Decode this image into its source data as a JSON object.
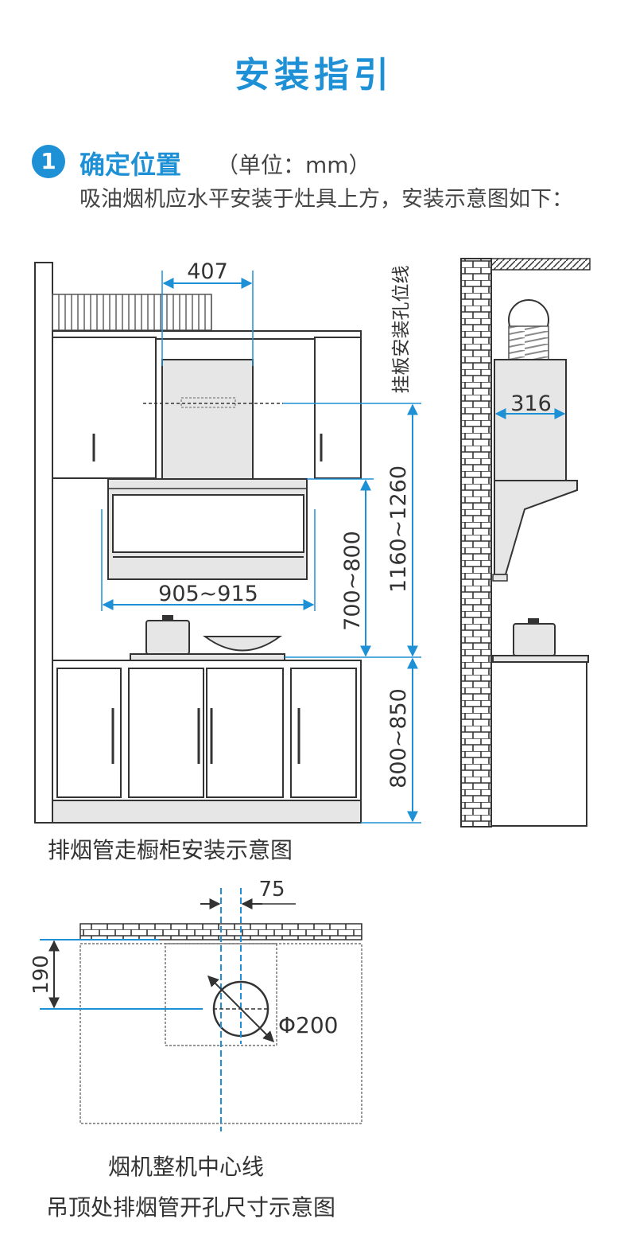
{
  "page_title": "安装指引",
  "step": {
    "number": "1",
    "title": "确定位置",
    "unit": "（单位：mm）",
    "description": "吸油烟机应水平安装于灶具上方，安装示意图如下："
  },
  "diagram1": {
    "width_top": "407",
    "hanger_line_label": "挂板安装孔位线",
    "width_bottom": "905~915",
    "height_hood_to_stove": "700~800",
    "height_hanger_to_stove": "1160~1260",
    "height_counter": "800~850",
    "side_depth": "316",
    "caption": "排烟管走橱柜安装示意图"
  },
  "diagram2": {
    "offset": "75",
    "distance": "190",
    "diameter": "Φ200",
    "centerline_label": "烟机整机中心线",
    "caption": "吊顶处排烟管开孔尺寸示意图"
  },
  "colors": {
    "accent": "#1e90d6",
    "line": "#333333",
    "panel": "#e6e6e6"
  }
}
